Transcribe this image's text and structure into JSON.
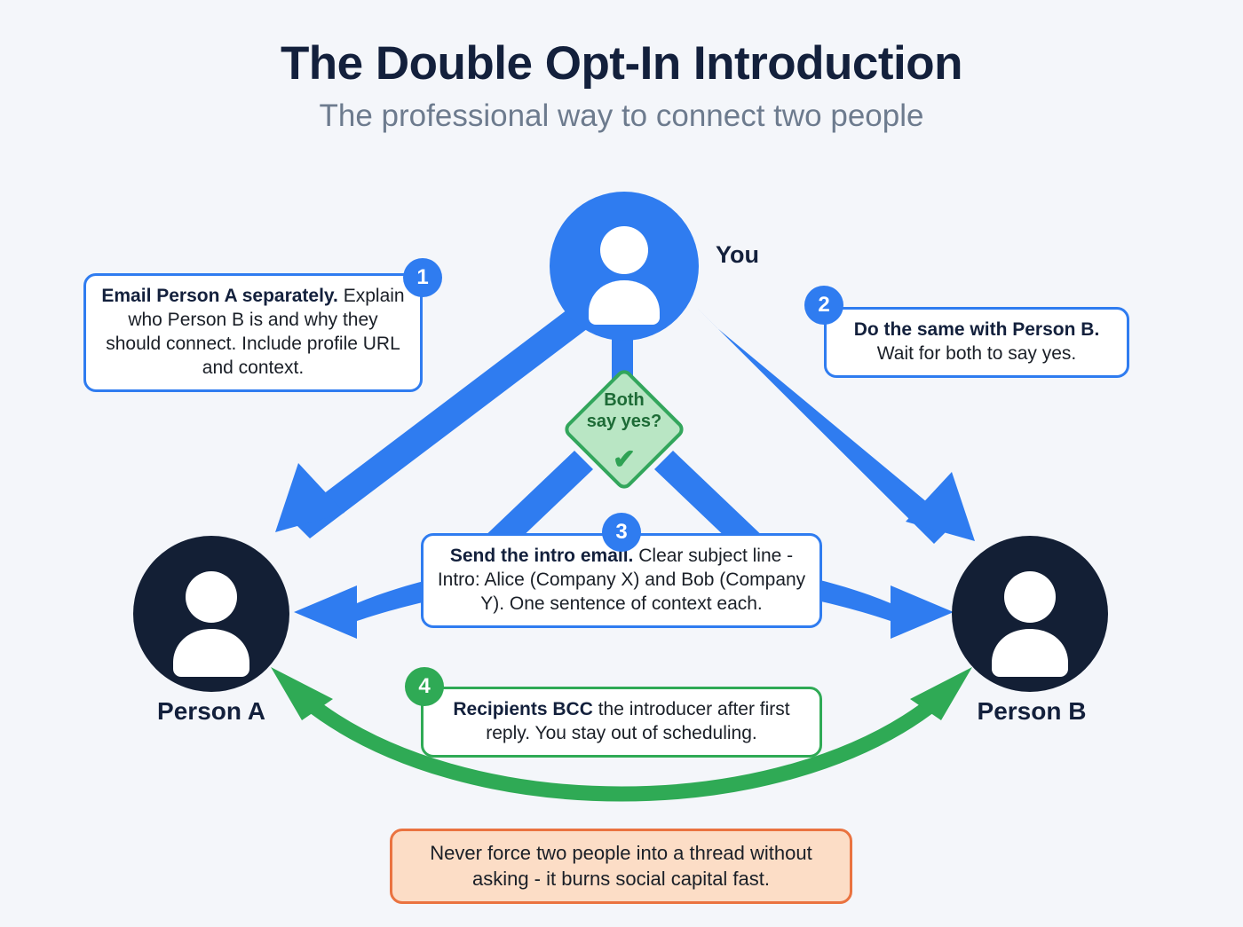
{
  "header": {
    "title": "The Double Opt-In Introduction",
    "subtitle": "The professional way to connect two people"
  },
  "nodes": {
    "you": {
      "label": "You",
      "icon": "person-icon",
      "color": "#2f7cf0"
    },
    "person_a": {
      "label": "Person A",
      "icon": "person-icon",
      "color": "#131f35"
    },
    "person_b": {
      "label": "Person B",
      "icon": "person-icon",
      "color": "#131f35"
    }
  },
  "decision": {
    "line1": "Both",
    "line2": "say yes?",
    "check_icon": "✔",
    "fill": "#b9e6c4",
    "border": "#33a65c",
    "text_color": "#1d6b36"
  },
  "steps": [
    {
      "number": "1",
      "bold": "Email Person A separately.",
      "body": "Explain who Person B is and why they should connect. Include profile URL and context.",
      "accent": "#2f7cf0"
    },
    {
      "number": "2",
      "bold": "Do the same with Person B.",
      "body": "Wait for both to say yes.",
      "accent": "#2f7cf0"
    },
    {
      "number": "3",
      "bold": "Send the intro email.",
      "body": "Clear subject line - Intro: Alice (Company X) and Bob (Company Y). One sentence of context each.",
      "accent": "#2f7cf0"
    },
    {
      "number": "4",
      "bold": "Recipients BCC",
      "body": " the introducer after first reply. You stay out of scheduling.",
      "accent": "#2faa55"
    }
  ],
  "warning": {
    "text": "Never force two people into a thread without asking - it burns social capital fast.",
    "fill": "#fcddc6",
    "border": "#ea7340"
  },
  "colors": {
    "background": "#f4f6fa",
    "blue": "#2f7cf0",
    "green": "#2faa55",
    "navy": "#13203c",
    "subtitle_gray": "#6d7b8e"
  }
}
